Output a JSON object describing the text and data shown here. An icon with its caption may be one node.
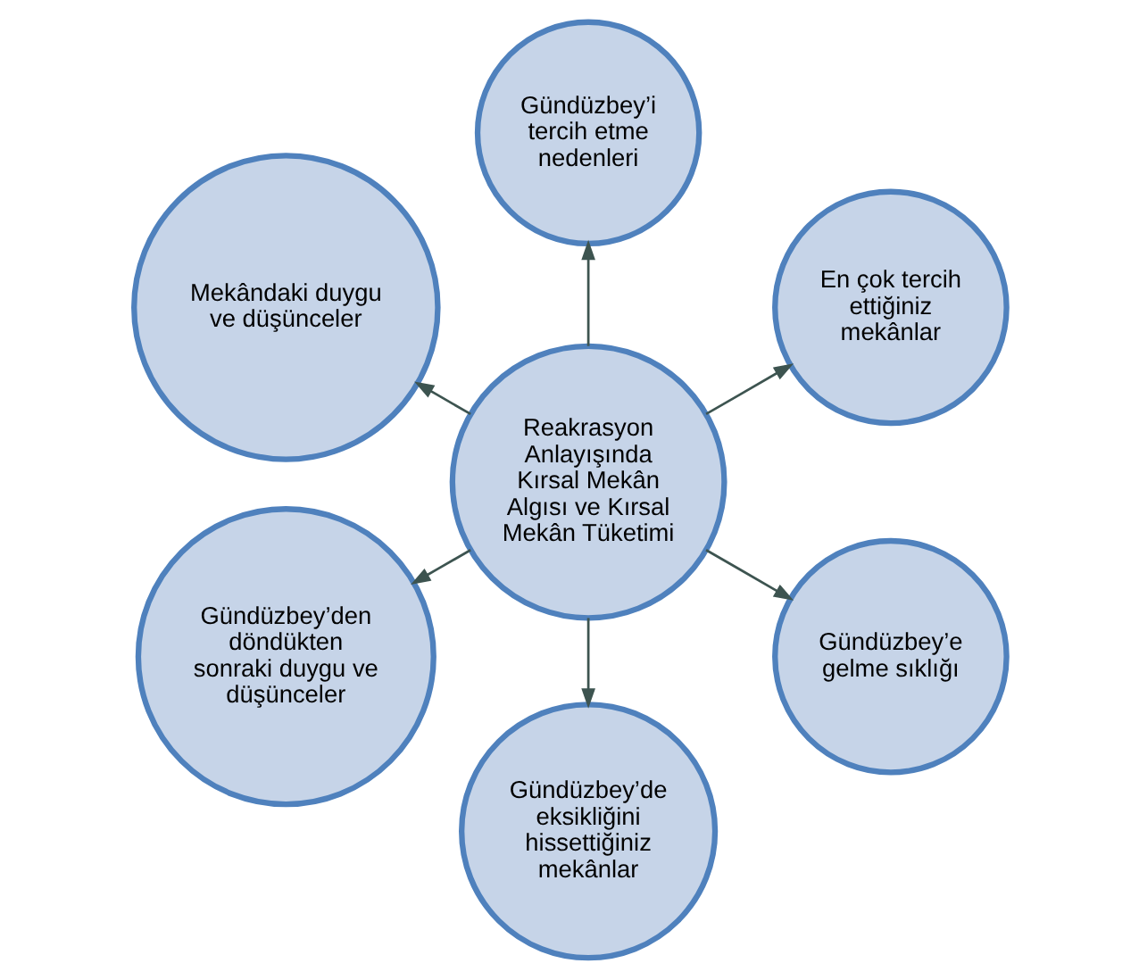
{
  "diagram": {
    "nodes": [
      {
        "text": [
          "En çok tercih ettiğiniz mekânlar"
        ]
      },
      {
        "text": [
          "Gündüzbey’i tercih etme nedenleri"
        ]
      },
      {
        "text": [
          "Mekândaki duygu ve düşünceler"
        ]
      },
      {
        "text": [
          "Reakrasyon Anlayışında Kırsal Mekân Algısı ve Kırsal Mekân Tüketimi"
        ]
      },
      {
        "text": [
          "Gündüzbey’den döndükten sonraki duygu ve düşünceler"
        ]
      },
      {
        "text": [
          "Gündüzbey’de eksikliğini hissettiğiniz mekânlar"
        ]
      },
      {
        "text": [
          "Gündüzbey’e gelme sıklığı"
        ]
      }
    ],
    "edges": [
      {
        "from": 3,
        "to": 1,
        "arrow": "to"
      },
      {
        "from": 3,
        "to": 0,
        "arrow": "to"
      },
      {
        "from": 3,
        "to": 2,
        "arrow": "to"
      },
      {
        "from": 3,
        "to": 4,
        "arrow": "to"
      },
      {
        "from": 3,
        "to": 5,
        "arrow": "to"
      },
      {
        "from": 3,
        "to": 6,
        "arrow": "to"
      }
    ]
  }
}
